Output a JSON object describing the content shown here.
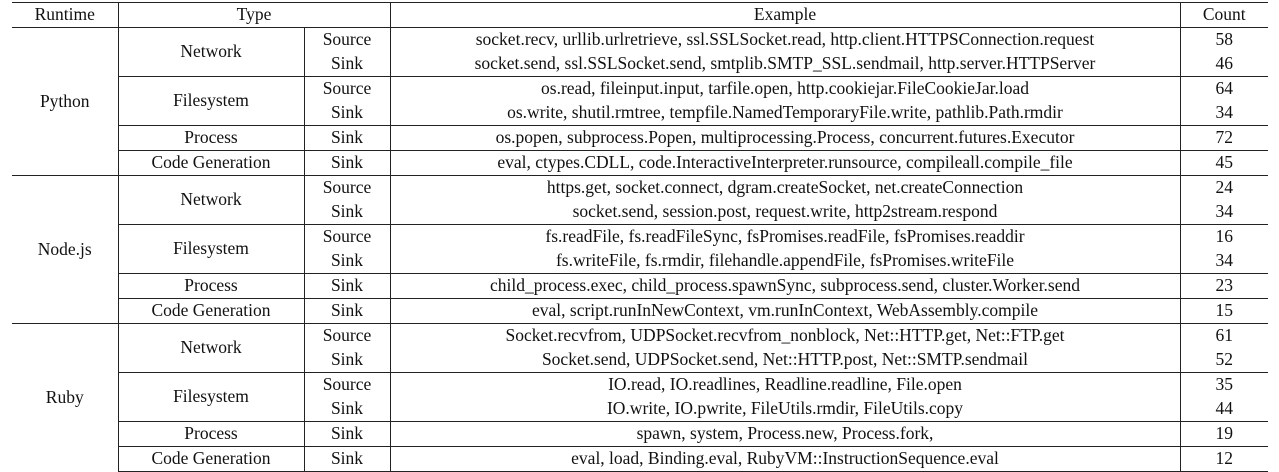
{
  "headers": {
    "runtime": "Runtime",
    "type": "Type",
    "example": "Example",
    "count": "Count"
  },
  "runtimes": [
    {
      "name": "Python",
      "groups": [
        {
          "type": "Network",
          "rows": [
            {
              "role": "Source",
              "example": "socket.recv, urllib.urlretrieve, ssl.SSLSocket.read, http.client.HTTPSConnection.request",
              "count": "58"
            },
            {
              "role": "Sink",
              "example": "socket.send, ssl.SSLSocket.send, smtplib.SMTP_SSL.sendmail, http.server.HTTPServer",
              "count": "46"
            }
          ]
        },
        {
          "type": "Filesystem",
          "rows": [
            {
              "role": "Source",
              "example": "os.read, fileinput.input, tarfile.open, http.cookiejar.FileCookieJar.load",
              "count": "64"
            },
            {
              "role": "Sink",
              "example": "os.write, shutil.rmtree, tempfile.NamedTemporaryFile.write, pathlib.Path.rmdir",
              "count": "34"
            }
          ]
        },
        {
          "type": "Process",
          "rows": [
            {
              "role": "Sink",
              "example": "os.popen, subprocess.Popen, multiprocessing.Process, concurrent.futures.Executor",
              "count": "72"
            }
          ]
        },
        {
          "type": "Code Generation",
          "rows": [
            {
              "role": "Sink",
              "example": "eval, ctypes.CDLL, code.InteractiveInterpreter.runsource, compileall.compile_file",
              "count": "45"
            }
          ]
        }
      ]
    },
    {
      "name": "Node.js",
      "groups": [
        {
          "type": "Network",
          "rows": [
            {
              "role": "Source",
              "example": "https.get, socket.connect, dgram.createSocket, net.createConnection",
              "count": "24"
            },
            {
              "role": "Sink",
              "example": "socket.send, session.post, request.write, http2stream.respond",
              "count": "34"
            }
          ]
        },
        {
          "type": "Filesystem",
          "rows": [
            {
              "role": "Source",
              "example": "fs.readFile, fs.readFileSync, fsPromises.readFile, fsPromises.readdir",
              "count": "16"
            },
            {
              "role": "Sink",
              "example": "fs.writeFile, fs.rmdir, filehandle.appendFile, fsPromises.writeFile",
              "count": "34"
            }
          ]
        },
        {
          "type": "Process",
          "rows": [
            {
              "role": "Sink",
              "example": "child_process.exec, child_process.spawnSync, subprocess.send, cluster.Worker.send",
              "count": "23"
            }
          ]
        },
        {
          "type": "Code Generation",
          "rows": [
            {
              "role": "Sink",
              "example": "eval, script.runInNewContext, vm.runInContext, WebAssembly.compile",
              "count": "15"
            }
          ]
        }
      ]
    },
    {
      "name": "Ruby",
      "groups": [
        {
          "type": "Network",
          "rows": [
            {
              "role": "Source",
              "example": "Socket.recvfrom, UDPSocket.recvfrom_nonblock, Net::HTTP.get, Net::FTP.get",
              "count": "61"
            },
            {
              "role": "Sink",
              "example": "Socket.send, UDPSocket.send, Net::HTTP.post, Net::SMTP.sendmail",
              "count": "52"
            }
          ]
        },
        {
          "type": "Filesystem",
          "rows": [
            {
              "role": "Source",
              "example": "IO.read, IO.readlines, Readline.readline, File.open",
              "count": "35"
            },
            {
              "role": "Sink",
              "example": "IO.write, IO.pwrite, FileUtils.rmdir, FileUtils.copy",
              "count": "44"
            }
          ]
        },
        {
          "type": "Process",
          "rows": [
            {
              "role": "Sink",
              "example": "spawn, system, Process.new, Process.fork,",
              "count": "19"
            }
          ]
        },
        {
          "type": "Code Generation",
          "rows": [
            {
              "role": "Sink",
              "example": "eval, load, Binding.eval, RubyVM::InstructionSequence.eval",
              "count": "12"
            }
          ]
        }
      ]
    }
  ]
}
